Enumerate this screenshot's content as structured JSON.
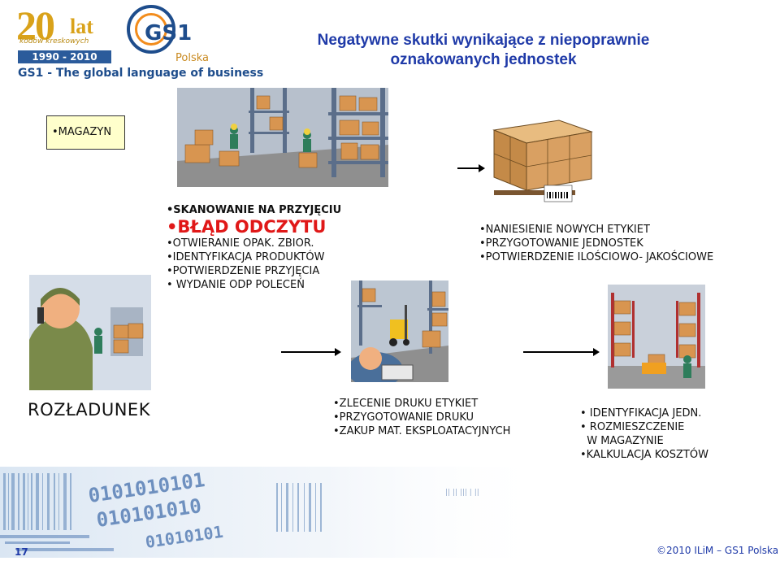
{
  "header": {
    "anniversary_number": "20",
    "anniversary_word": "lat",
    "anniversary_sub": "kodów kreskowych",
    "anniversary_years": "1990 - 2010",
    "gs1_mark": "GS1",
    "gs1_country": "Polska",
    "tagline": "GS1 - The global language of business"
  },
  "title": {
    "line1": "Negatywne skutki wynikające z niepoprawnie",
    "line2": "oznakowanych jednostek"
  },
  "magazyn_label": "•MAGAZYN",
  "block_receiving": [
    "•SKANOWANIE NA PRZYJĘCIU",
    "•BŁĄD ODCZYTU",
    "•OTWIERANIE OPAK. ZBIOR.",
    "•IDENTYFIKACJA PRODUKTÓW",
    "•POTWIERDZENIE PRZYJĘCIA",
    "• WYDANIE ODP POLECEŃ"
  ],
  "block_relabel": [
    "•NANIESIENIE NOWYCH ETYKIET",
    "•PRZYGOTOWANIE JEDNOSTEK",
    "•POTWIERDZENIE ILOŚCIOWO- JAKOŚCIOWE"
  ],
  "unloading_label": "ROZŁADUNEK",
  "block_print": [
    "•ZLECENIE DRUKU ETYKIET",
    "•PRZYGOTOWANIE DRUKU",
    "•ZAKUP MAT. EKSPLOATACYJNYCH"
  ],
  "block_storage": [
    "• IDENTYFIKACJA JEDN.",
    "• ROZMIESZCZENIE",
    "  W MAGAZYNIE",
    "•KALKULACJA KOSZTÓW"
  ],
  "footer": {
    "page_number": "17",
    "copyright": "©2010 ILiM – GS1 Polska"
  },
  "colors": {
    "title": "#1f3aa8",
    "error": "#e01818",
    "magazyn_bg": "#ffffcc",
    "box": "#d79a55"
  }
}
